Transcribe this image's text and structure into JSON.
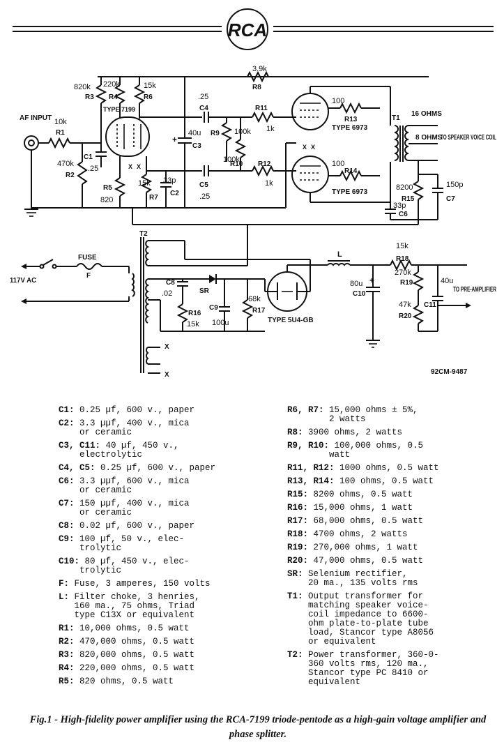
{
  "header": {
    "logo": "RCA"
  },
  "schematic": {
    "drawing_number": "92CM-9487",
    "terminals": {
      "af_input": "AF INPUT",
      "mains": "117V AC",
      "speaker_16": "16 OHMS",
      "speaker_8": "8 OHMS",
      "speaker_out": "TO SPEAKER VOICE COIL",
      "preamp_out": "TO PRE-AMPLIFIER",
      "heater_x": "X"
    },
    "tubes": {
      "v1": "TYPE 7199",
      "v2": "TYPE 6973",
      "v3": "TYPE 6973",
      "rectifier": "TYPE 5U4-GB"
    },
    "labels": {
      "r1": "R1",
      "r1_val": "10k",
      "r2": "R2",
      "r2_val": "470k",
      "r3": "R3",
      "r3_val": "820k",
      "r4": "R4",
      "r4_val": "220k",
      "r5": "R5",
      "r5_val": "820",
      "r6": "R6",
      "r6_val": "15k",
      "r7": "R7",
      "r7_val": "15k",
      "r8": "R8",
      "r8_val": "3.9k",
      "r9": "R9",
      "r9_val": "100k",
      "r10": "R10",
      "r10_val": "100k",
      "r11": "R11",
      "r11_val": "1k",
      "r12": "R12",
      "r12_val": "1k",
      "r13": "R13",
      "r13_val": "100",
      "r14": "R14",
      "r14_val": "100",
      "r15": "R15",
      "r15_val": "8200",
      "r16": "R16",
      "r16_val": "15k",
      "r17": "R17",
      "r17_val": "68k",
      "r18": "R18",
      "r18_val": "15k",
      "r19": "R19",
      "r19_val": "270k",
      "r20": "R20",
      "r20_val": "47k",
      "c1": "C1",
      "c1_val": ".25",
      "c2": "C2",
      "c2_val": "33p",
      "c3": "C3",
      "c3_val": "40u",
      "c4": "C4",
      "c4_val": ".25",
      "c5": "C5",
      "c5_val": ".25",
      "c6": "C6",
      "c6_val": "33p",
      "c7": "C7",
      "c7_val": "150p",
      "c8": "C8",
      "c8_val": ".02",
      "c9": "C9",
      "c9_val": "100u",
      "c10": "C10",
      "c10_val": "80u",
      "c11": "C11",
      "c11_val": "40u",
      "t1": "T1",
      "t2": "T2",
      "choke": "L",
      "fuse": "FUSE",
      "fuse_f": "F",
      "sr": "SR"
    }
  },
  "parts_list": {
    "left": [
      {
        "sym": "C1:",
        "text": "0.25 µf, 600 v., paper"
      },
      {
        "sym": "C2:",
        "text": "3.3 µµf, 400 v., mica\n    or ceramic"
      },
      {
        "sym": "C3, C11:",
        "text": "40 µf, 450 v.,\n    electrolytic"
      },
      {
        "sym": "C4, C5:",
        "text": "0.25 µf, 600 v., paper"
      },
      {
        "sym": "C6:",
        "text": "3.3 µµf, 600 v., mica\n    or ceramic"
      },
      {
        "sym": "C7:",
        "text": "150 µµf, 400 v., mica\n    or ceramic"
      },
      {
        "sym": "C8:",
        "text": "0.02 µf, 600 v., paper"
      },
      {
        "sym": "C9:",
        "text": "100 µf, 50 v., elec-\n    trolytic"
      },
      {
        "sym": "C10:",
        "text": "80 µf, 450 v., elec-\n    trolytic"
      },
      {
        "sym": "F:",
        "text": "Fuse, 3 amperes, 150 volts"
      },
      {
        "sym": "L:",
        "text": "Filter choke, 3 henries,\n   160 ma., 75 ohms, Triad\n   type C13X or equivalent"
      },
      {
        "sym": "R1:",
        "text": "10,000 ohms, 0.5 watt"
      },
      {
        "sym": "R2:",
        "text": "470,000 ohms, 0.5 watt"
      },
      {
        "sym": "R3:",
        "text": "820,000 ohms, 0.5 watt"
      },
      {
        "sym": "R4:",
        "text": "220,000 ohms, 0.5 watt"
      },
      {
        "sym": "R5:",
        "text": "820 ohms, 0.5 watt"
      }
    ],
    "right": [
      {
        "sym": "R6, R7:",
        "text": "15,000 ohms ± 5%,\n        2 watts"
      },
      {
        "sym": "R8:",
        "text": "3900 ohms, 2 watts"
      },
      {
        "sym": "R9, R10:",
        "text": "100,000 ohms, 0.5\n        watt"
      },
      {
        "sym": "R11, R12:",
        "text": "1000 ohms, 0.5 watt"
      },
      {
        "sym": "R13, R14:",
        "text": "100 ohms, 0.5 watt"
      },
      {
        "sym": "R15:",
        "text": "8200 ohms, 0.5 watt"
      },
      {
        "sym": "R16:",
        "text": "15,000 ohms, 1 watt"
      },
      {
        "sym": "R17:",
        "text": "68,000 ohms, 0.5 watt"
      },
      {
        "sym": "R18:",
        "text": "4700 ohms, 2 watts"
      },
      {
        "sym": "R19:",
        "text": "270,000 ohms, 1 watt"
      },
      {
        "sym": "R20:",
        "text": "47,000 ohms, 0.5 watt"
      },
      {
        "sym": "SR:",
        "text": "Selenium rectifier,\n    20 ma., 135 volts rms"
      },
      {
        "sym": "T1:",
        "text": "Output transformer for\n    matching speaker voice-\n    coil impedance to 6600-\n    ohm plate-to-plate tube\n    load, Stancor type A8056\n    or equivalent"
      },
      {
        "sym": "T2:",
        "text": "Power transformer, 360-0-\n    360 volts rms, 120 ma.,\n    Stancor type PC 8410 or\n    equivalent"
      }
    ]
  },
  "caption": "Fig.1 - High-fidelity power amplifier using the RCA-7199 triode-pentode as a high-gain voltage amplifier and phase splitter."
}
